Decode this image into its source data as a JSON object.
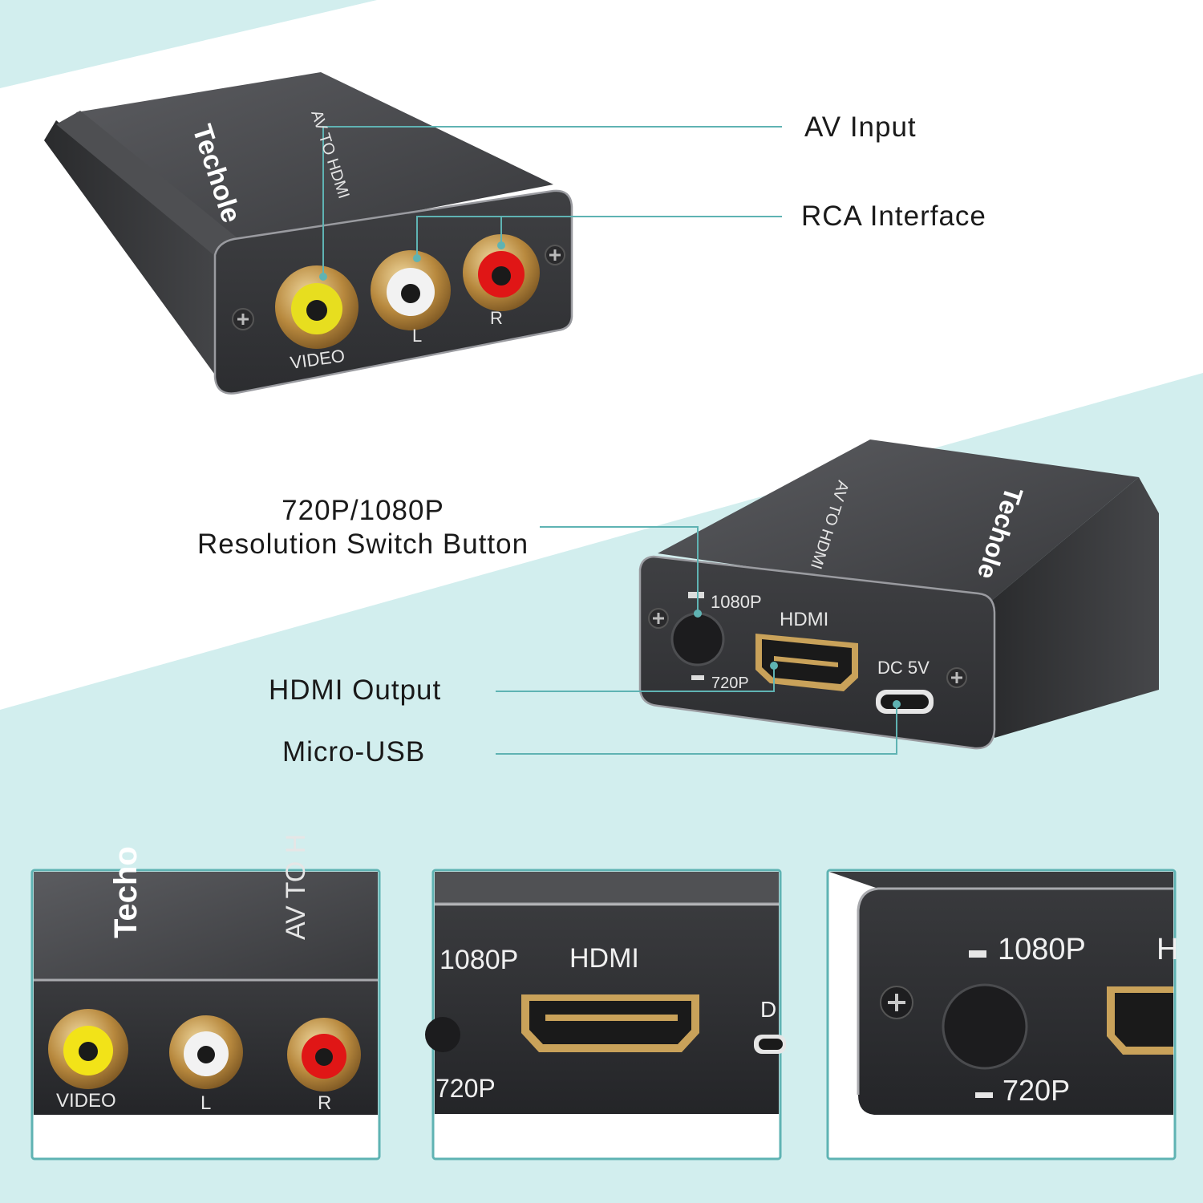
{
  "colors": {
    "accent": "#5fb3b3",
    "background_tint": "#d2eeee",
    "device_body": "#4a4b4e",
    "gold": "#c9a25a",
    "rca_yellow": "#f2e318",
    "rca_white": "#f2f2f2",
    "rca_red": "#e01616"
  },
  "device_top": {
    "brand": "Techole",
    "model": "AV TO HDMI",
    "port_labels": {
      "video": "VIDEO",
      "left": "L",
      "right": "R"
    }
  },
  "device_bottom": {
    "brand": "Techole",
    "model": "AV TO HDMI",
    "switch_1080": "1080P",
    "switch_720": "720P",
    "hdmi": "HDMI",
    "power": "DC 5V"
  },
  "callouts": {
    "av_input": "AV Input",
    "rca_interface": "RCA Interface",
    "resolution_button": {
      "line1": "720P/1080P",
      "line2": "Resolution Switch Button"
    },
    "hdmi_output": "HDMI Output",
    "micro_usb": "Micro-USB"
  },
  "closeups": [
    {
      "brand_partial": "Techo",
      "model_partial": "AV TO H",
      "labels": [
        "VIDEO",
        "L",
        "R"
      ]
    },
    {
      "res_1080_partial": "1080P",
      "hdmi": "HDMI",
      "power_partial": "D",
      "res_720_partial": "720P"
    },
    {
      "res_1080": "1080P",
      "hdmi_partial": "H",
      "res_720": "720P"
    }
  ],
  "icons": [
    "screw-icon",
    "rca-jack-icon",
    "hdmi-port-icon",
    "micro-usb-port-icon",
    "push-button-icon"
  ]
}
